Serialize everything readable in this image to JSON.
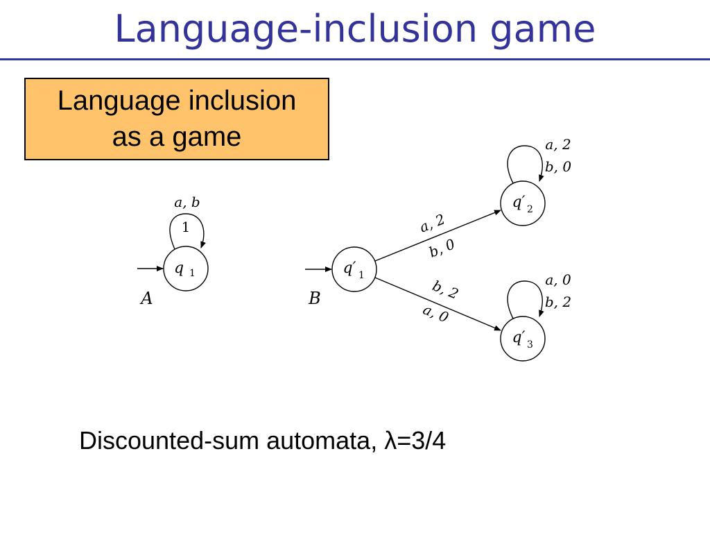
{
  "slide": {
    "title": "Language-inclusion game",
    "callout": {
      "line1": "Language inclusion",
      "line2": "as a game"
    },
    "caption": "Discounted-sum automata, λ=3/4"
  },
  "automaton_A": {
    "name": "A",
    "state": "q",
    "state_sub": "1",
    "self_loop_letters": "a, b",
    "self_loop_weight": "1"
  },
  "automaton_B": {
    "name": "B",
    "state_q1": {
      "base": "q′",
      "sub": "1"
    },
    "state_q2": {
      "base": "q′",
      "sub": "2"
    },
    "state_q3": {
      "base": "q′",
      "sub": "3"
    },
    "loop_q2": {
      "line1": "a, 2",
      "line2": "b, 0"
    },
    "loop_q3": {
      "line1": "a, 0",
      "line2": "b, 2"
    },
    "edge_q1_q2": {
      "line1": "a, 2",
      "line2": "b, 0"
    },
    "edge_q1_q3": {
      "line1": "b, 2",
      "line2": "a, 0"
    }
  },
  "colors": {
    "title": "#333399",
    "callout_fill": "#ffc36b"
  }
}
